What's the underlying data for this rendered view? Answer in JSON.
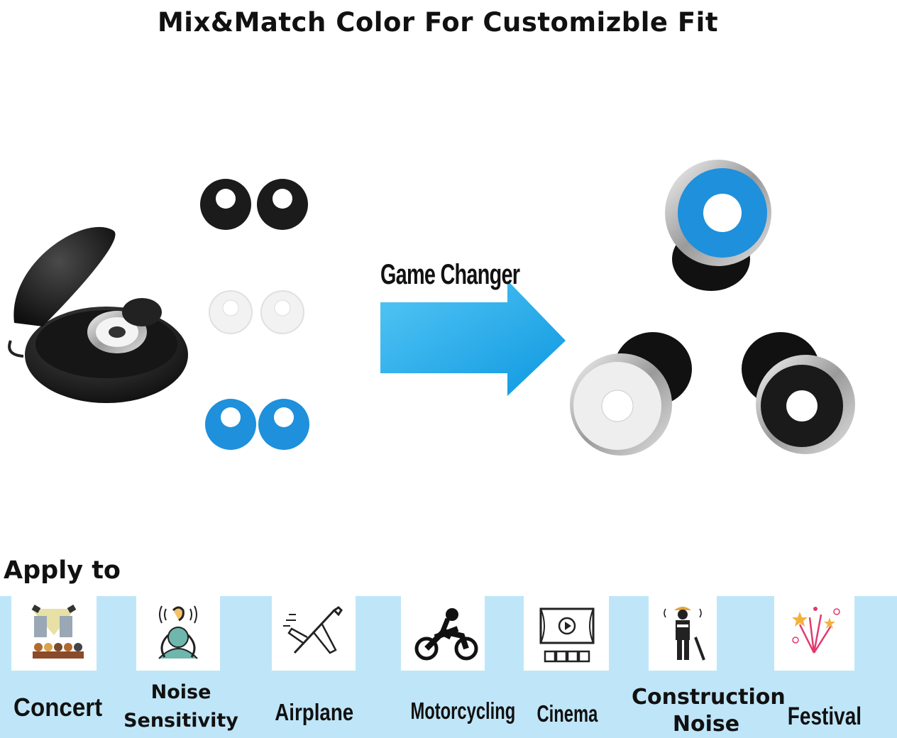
{
  "title": "Mix&Match Color For Customizble Fit",
  "arrow_label": "Game Changer",
  "apply_heading": "Apply to",
  "colors": {
    "arrow": "#1da9ea",
    "band": "#bfe6f8",
    "tip_black": "#1b1b1b",
    "tip_white": "#f2f2f2",
    "tip_blue": "#1e90dc"
  },
  "uses": [
    {
      "id": "concert",
      "label": "Concert",
      "icon": "concert-stage-icon"
    },
    {
      "id": "noise-sensitivity",
      "line1": "Noise",
      "line2": "Sensitivity",
      "icon": "noise-sensitive-person-icon"
    },
    {
      "id": "airplane",
      "label": "Airplane",
      "icon": "airplane-icon"
    },
    {
      "id": "motorcycling",
      "label": "Motorcycling",
      "icon": "motorcyclist-icon"
    },
    {
      "id": "cinema",
      "label": "Cinema",
      "icon": "cinema-screen-icon"
    },
    {
      "id": "construction",
      "line1": "Construction",
      "line2": "Noise",
      "icon": "construction-worker-icon"
    },
    {
      "id": "festival",
      "label": "Festival",
      "icon": "fireworks-icon"
    }
  ]
}
